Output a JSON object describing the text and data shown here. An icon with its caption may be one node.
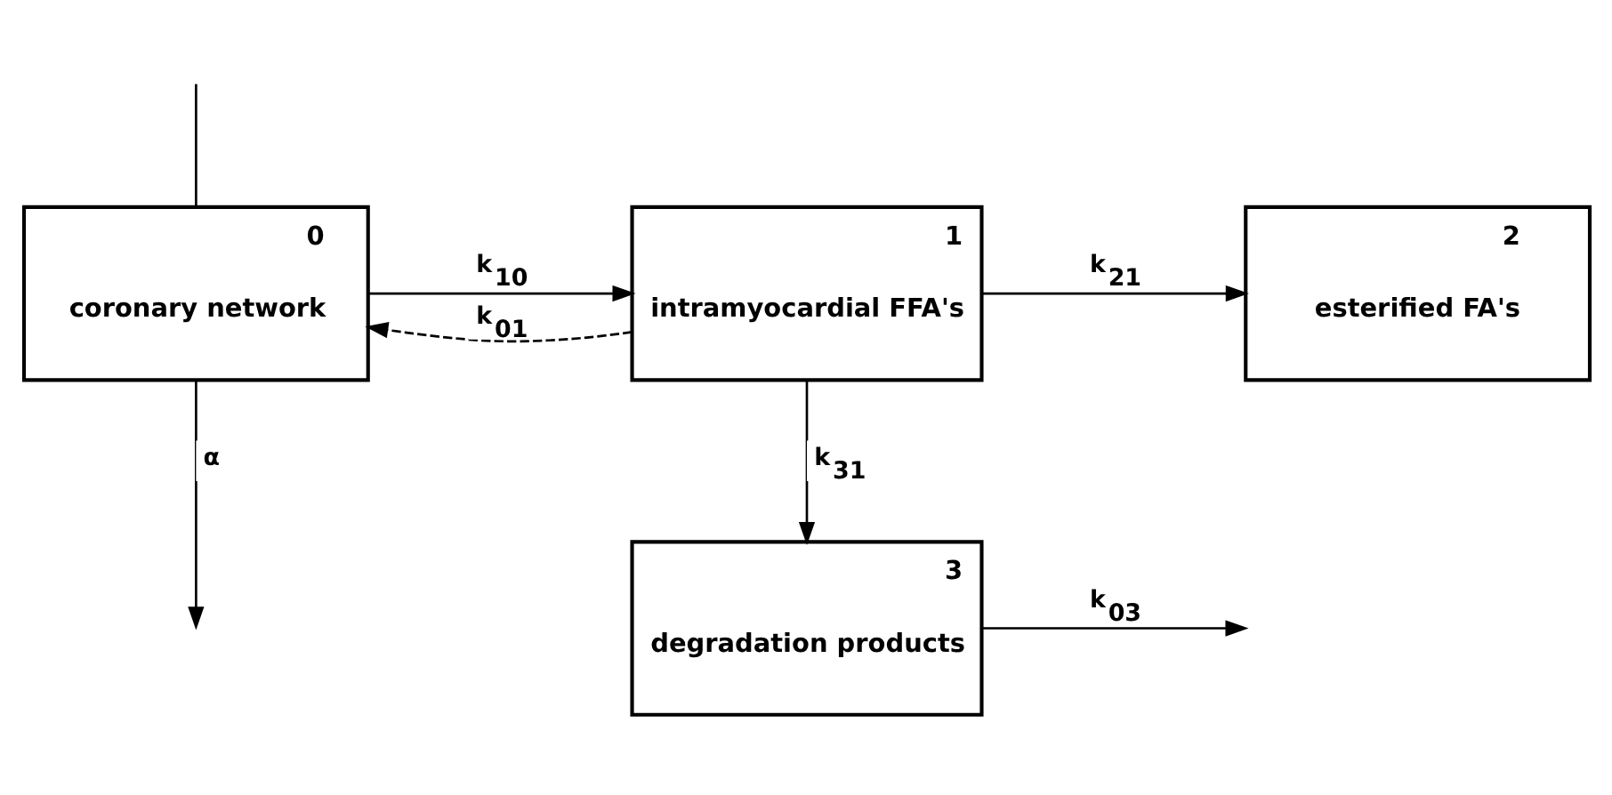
{
  "diagram": {
    "nodes": [
      {
        "text": [
          "0",
          "coronary network"
        ]
      },
      {
        "text": [
          "1",
          "intramyocardial FFA's"
        ]
      },
      {
        "text": [
          "2",
          "esterified FA's"
        ]
      },
      {
        "text": [
          "3",
          "degradation products"
        ]
      }
    ],
    "edges": [
      {
        "from": 0,
        "to": 1,
        "arrow": "to",
        "label": "k$_{10}$"
      },
      {
        "from": 1,
        "to": 0,
        "arrow": "to",
        "label": "k$_{01}$",
        "style": "dashed"
      },
      {
        "from": 1,
        "to": 2,
        "arrow": "to",
        "label": "k$_{21}$"
      },
      {
        "from": 1,
        "to": 3,
        "arrow": "to",
        "label": "k$_{31}$"
      },
      {
        "from": 0,
        "to": null,
        "arrow": "to",
        "label": "α"
      },
      {
        "from": 3,
        "to": null,
        "arrow": "to",
        "label": "k$_{03}$"
      },
      {
        "from": null,
        "to": 0,
        "arrow": "none"
      }
    ]
  }
}
